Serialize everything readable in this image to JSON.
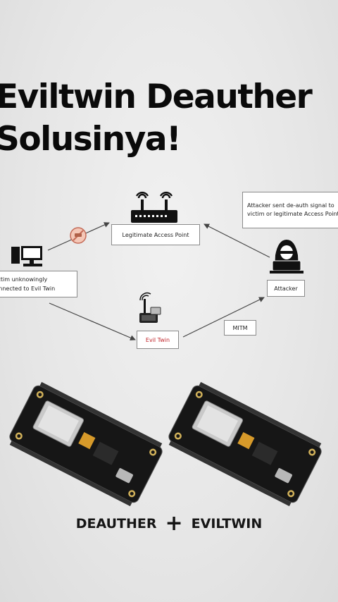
{
  "title": {
    "line1": "Eviltwin Deauther",
    "line2": "Solusinya!"
  },
  "diagram": {
    "legit_ap_label": "Legitimate Access Point",
    "attacker_note": "Attacker sent de-auth signal to victim or legitimate Access Point",
    "victim_label": "Victim unknowingly connected to Evil Twin",
    "attacker_label": "Attacker",
    "evil_twin_label": "Evil Twin",
    "mitm_label": "MITM",
    "evil_twin_color": "#c0252b"
  },
  "icons": [
    "router-icon",
    "computer-icon",
    "hacker-icon",
    "evil-twin-device-icon",
    "blocked-icon"
  ],
  "bottom": {
    "left_label": "DEAUTHER",
    "plus_label": "+",
    "right_label": "EVILTWIN"
  }
}
